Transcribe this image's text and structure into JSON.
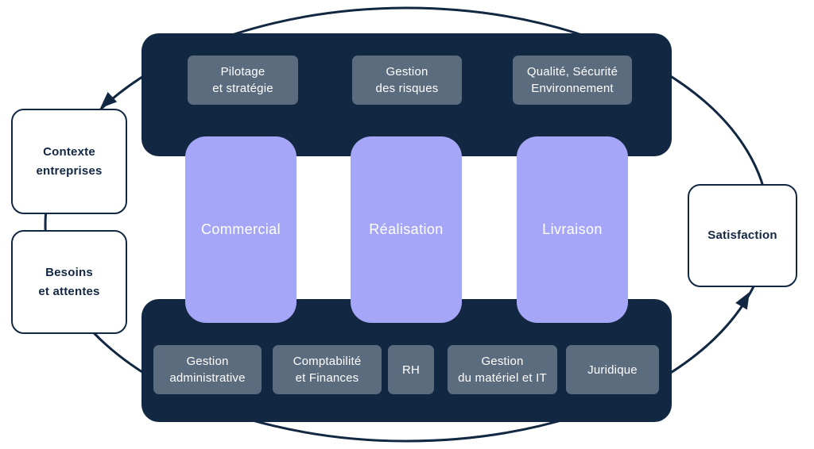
{
  "colors": {
    "navy": "#122742",
    "slate_gray": "#5c6c7f",
    "periwinkle": "#a5a6f7",
    "background": "#ffffff"
  },
  "management_band": {
    "items": [
      {
        "label": [
          "Pilotage",
          "et stratégie"
        ]
      },
      {
        "label": [
          "Gestion",
          "des risques"
        ]
      },
      {
        "label": [
          "Qualité, Sécurité",
          "Environnement"
        ]
      }
    ]
  },
  "core_processes": [
    {
      "label": [
        "Commercial"
      ]
    },
    {
      "label": [
        "Réalisation"
      ]
    },
    {
      "label": [
        "Livraison"
      ]
    }
  ],
  "support_band": {
    "items": [
      {
        "label": [
          "Gestion",
          "administrative"
        ]
      },
      {
        "label": [
          "Comptabilité",
          "et Finances"
        ]
      },
      {
        "label": [
          "RH"
        ]
      },
      {
        "label": [
          "Gestion",
          "du matériel et IT"
        ]
      },
      {
        "label": [
          "Juridique"
        ]
      }
    ]
  },
  "inputs": [
    {
      "label": [
        "Contexte",
        "entreprises"
      ]
    },
    {
      "label": [
        "Besoins",
        "et attentes"
      ]
    }
  ],
  "output": {
    "label": [
      "Satisfaction"
    ]
  }
}
